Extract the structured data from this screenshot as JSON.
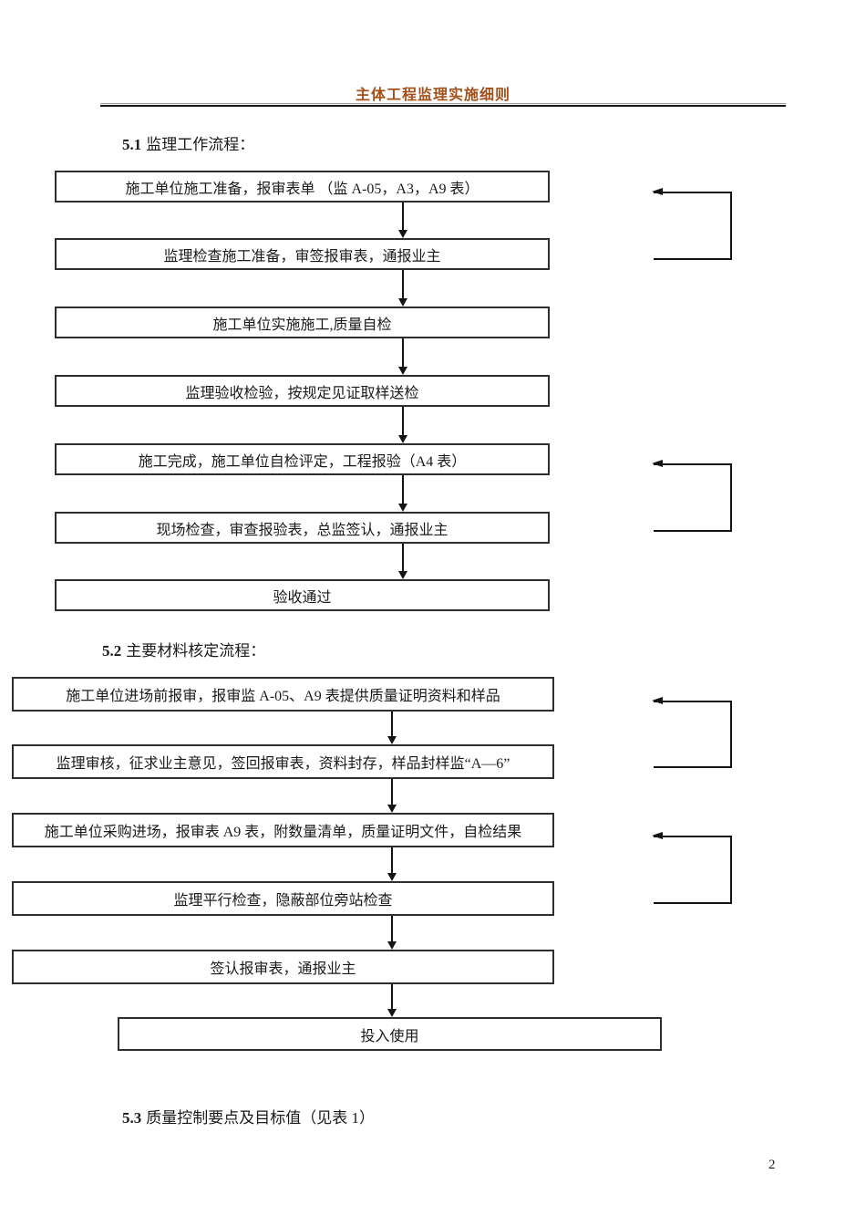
{
  "header": {
    "title": "主体工程监理实施细则",
    "title_color": "#A3511B"
  },
  "sections": {
    "s51": {
      "number": "5.1",
      "title": "监理工作流程："
    },
    "s52": {
      "number": "5.2",
      "title": "主要材料核定流程："
    },
    "s53": {
      "number": "5.3",
      "title": "质量控制要点及目标值（见表 1）"
    }
  },
  "flowchart1": {
    "steps": [
      "施工单位施工准备，报审表单 （监 A-05，A3，A9 表）",
      "监理检查施工准备，审签报审表，通报业主",
      "施工单位实施施工,质量自检",
      "监理验收检验，按规定见证取样送检",
      "施工完成，施工单位自检评定，工程报验（A4 表）",
      "现场检查，审查报验表，总监签认，通报业主",
      "验收通过"
    ]
  },
  "flowchart2": {
    "steps": [
      "施工单位进场前报审，报审监 A-05、A9 表提供质量证明资料和样品",
      "监理审核，征求业主意见，签回报审表，资料封存，样品封样监“A—6”",
      "施工单位采购进场，报审表 A9 表，附数量清单，质量证明文件，自检结果",
      "监理平行检查，隐蔽部位旁站检查",
      "签认报审表，通报业主",
      "投入使用"
    ]
  },
  "footer": {
    "page_number": "2"
  }
}
